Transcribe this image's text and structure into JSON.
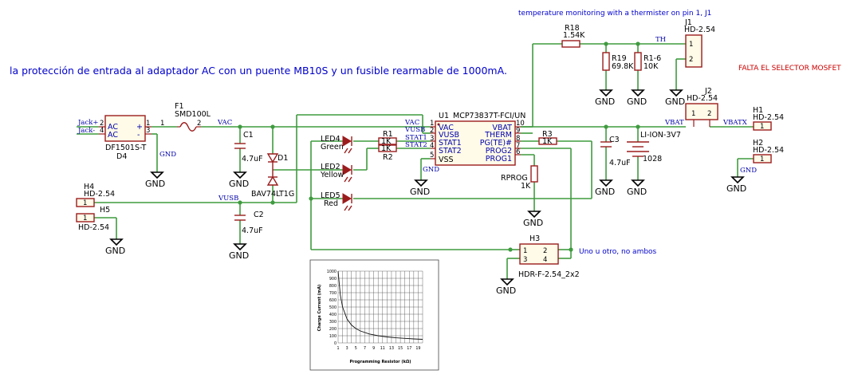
{
  "notes": {
    "input_protection": "la protección de entrada al adaptador AC con un puente MB10S y un fusible rearmable de 1000mA.",
    "thermistor": "temperature monitoring with a thermister on pin 1, J1",
    "mosfet": "FALTA EL SELECTOR MOSFET",
    "either": "Uno u otro, no ambos"
  },
  "nets": {
    "jack_plus": "Jack+",
    "jack_minus": "Jack-",
    "vac_main": "VAC",
    "vac_u1": "VAC",
    "vusb_left": "VUSB",
    "vusb_u1": "VUSB",
    "stat1": "STAT1",
    "stat2": "STAT2",
    "th": "TH",
    "vbat": "VBAT",
    "vbatx": "VBATX",
    "gnd_d4": "GND",
    "gnd_u1": "GND",
    "gnd_h2": "GND"
  },
  "gnd_label": "GND",
  "components": {
    "d4": {
      "ref": "D4",
      "value": "DF1501S-T",
      "pin_ac1": "AC",
      "pin_ac2": "AC",
      "pin_plus": "+",
      "pin_minus": "-",
      "n1": "1",
      "n2": "2",
      "n3": "3",
      "n4": "4"
    },
    "f1": {
      "ref": "F1",
      "value": "SMD100L",
      "n1": "1",
      "n2": "2"
    },
    "c1": {
      "ref": "C1",
      "value": "4.7uF"
    },
    "c2": {
      "ref": "C2",
      "value": "4.7uF"
    },
    "c3": {
      "ref": "C3",
      "value": "4.7uF"
    },
    "d1": {
      "ref": "D1",
      "value": "BAV74LT1G"
    },
    "led4": {
      "ref": "LED4",
      "value": "Green"
    },
    "led2": {
      "ref": "LED2",
      "value": "Yellow"
    },
    "led5": {
      "ref": "LED5",
      "value": "Red"
    },
    "r1": {
      "ref": "R1",
      "value": "1K"
    },
    "r2": {
      "ref": "R2",
      "value": "1K"
    },
    "r3": {
      "ref": "R3",
      "value": "1K"
    },
    "rprog": {
      "ref": "RPROG",
      "value": "1K"
    },
    "r18": {
      "ref": "R18",
      "value": "1.54K"
    },
    "r19": {
      "ref": "R19",
      "value": "69.8K"
    },
    "r16": {
      "ref": "R1-6",
      "value": "10K"
    },
    "bat": {
      "ref": "LI-ION-3V7",
      "value": "1028"
    },
    "u1": {
      "ref": "U1",
      "value": "MCP73837T-FCI/UN",
      "left_pins": [
        {
          "num": "1",
          "name": "VAC"
        },
        {
          "num": "2",
          "name": "VUSB"
        },
        {
          "num": "3",
          "name": "STAT1"
        },
        {
          "num": "4",
          "name": "STAT2"
        },
        {
          "num": "5",
          "name": "VSS"
        }
      ],
      "right_pins": [
        {
          "num": "10",
          "name": "VBAT"
        },
        {
          "num": "9",
          "name": "THERM"
        },
        {
          "num": "8",
          "name": "PG(TE)#"
        },
        {
          "num": "7",
          "name": "PROG2"
        },
        {
          "num": "6",
          "name": "PROG1"
        }
      ]
    },
    "j1": {
      "ref": "J1",
      "value": "HD-2.54",
      "p1": "1",
      "p2": "2"
    },
    "j2": {
      "ref": "J2",
      "value": "HD-2.54",
      "p1": "1",
      "p2": "2"
    },
    "h1": {
      "ref": "H1",
      "value": "HD-2.54",
      "p1": "1"
    },
    "h2": {
      "ref": "H2",
      "value": "HD-2.54",
      "p1": "1"
    },
    "h4": {
      "ref": "H4",
      "value": "HD-2.54",
      "p1": "1"
    },
    "h5": {
      "ref": "H5",
      "value": "HD-2.54",
      "p1": "1"
    },
    "h3": {
      "ref": "H3",
      "value": "HDR-F-2.54_2x2",
      "p1": "1",
      "p2": "2",
      "p3": "3",
      "p4": "4"
    }
  },
  "chart_data": {
    "type": "line",
    "title": "",
    "xlabel": "Programming Resistor (kΩ)",
    "ylabel": "Charge Current (mA)",
    "x_ticks": [
      "1",
      "3",
      "5",
      "7",
      "9",
      "11",
      "13",
      "15",
      "17",
      "19"
    ],
    "y_ticks": [
      "0",
      "100",
      "200",
      "300",
      "400",
      "500",
      "600",
      "700",
      "800",
      "900",
      "1000"
    ],
    "xlim": [
      1,
      20
    ],
    "ylim": [
      0,
      1000
    ],
    "grid": true,
    "series": [
      {
        "x": [
          1,
          1.5,
          2,
          3,
          4,
          5,
          6,
          8,
          10,
          12,
          14,
          16,
          18,
          20
        ],
        "y": [
          1000,
          667,
          500,
          333,
          250,
          200,
          167,
          125,
          100,
          83,
          71,
          63,
          56,
          50
        ]
      }
    ]
  }
}
